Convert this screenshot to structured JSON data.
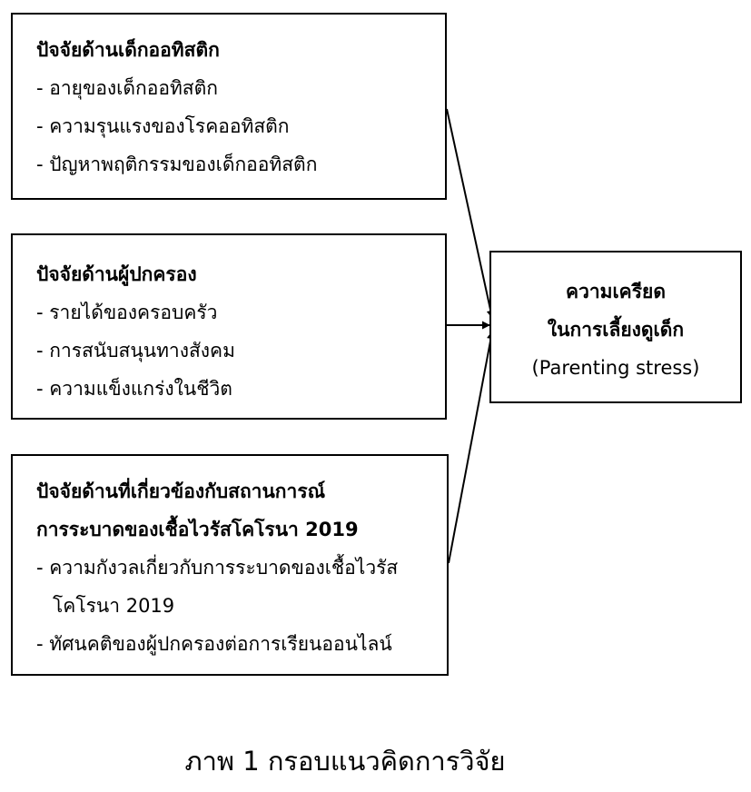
{
  "factors": [
    {
      "heading": [
        "ปัจจัยด้านเด็กออทิสติก"
      ],
      "items": [
        "- อายุของเด็กออทิสติก",
        "- ความรุนแรงของโรคออทิสติก",
        "- ปัญหาพฤติกรรมของเด็กออทิสติก"
      ]
    },
    {
      "heading": [
        "ปัจจัยด้านผู้ปกครอง"
      ],
      "items": [
        "- รายได้ของครอบครัว",
        "- การสนับสนุนทางสังคม",
        "- ความแข็งแกร่งในชีวิต"
      ]
    },
    {
      "heading": [
        "ปัจจัยด้านที่เกี่ยวข้องกับสถานการณ์",
        "การระบาดของเชื้อไวรัสโคโรนา 2019"
      ],
      "items": [
        "- ความกังวลเกี่ยวกับการระบาดของเชื้อไวรัส",
        "โคโรนา 2019",
        "- ทัศนคติของผู้ปกครองต่อการเรียนออนไลน์"
      ]
    }
  ],
  "outcome": {
    "line1": "ความเครียด",
    "line2": "ในการเลี้ยงดูเด็ก",
    "line3": "(Parenting stress)"
  },
  "caption": "ภาพ 1 กรอบแนวคิดการวิจัย"
}
